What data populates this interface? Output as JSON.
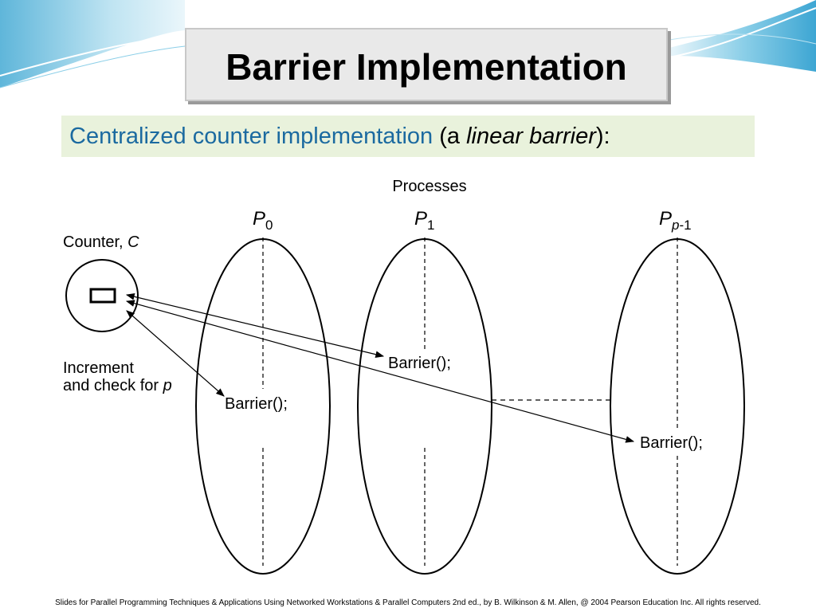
{
  "title": "Barrier Implementation",
  "subtitle": {
    "part1": "Centralized counter implementation",
    "part2": " (a ",
    "part3": "linear barrier",
    "part4": "):"
  },
  "diagram": {
    "processes_label": "Processes",
    "p0": {
      "base": "P",
      "sub": "0"
    },
    "p1": {
      "base": "P",
      "sub": "1"
    },
    "pp1": {
      "base": "P",
      "sub_italic": "p",
      "sub_rest": "-1"
    },
    "counter_label": {
      "text": "Counter, ",
      "var": "C"
    },
    "increment_label": {
      "line1": "Increment",
      "line2": "and check for ",
      "var": "p"
    },
    "barrier_p0": "Barrier();",
    "barrier_p1": "Barrier();",
    "barrier_pp1": "Barrier();"
  },
  "footer": "Slides for Parallel Programming Techniques & Applications Using Networked Workstations & Parallel Computers 2nd ed., by B. Wilkinson & M. Allen, @ 2004 Pearson Education Inc. All rights reserved."
}
